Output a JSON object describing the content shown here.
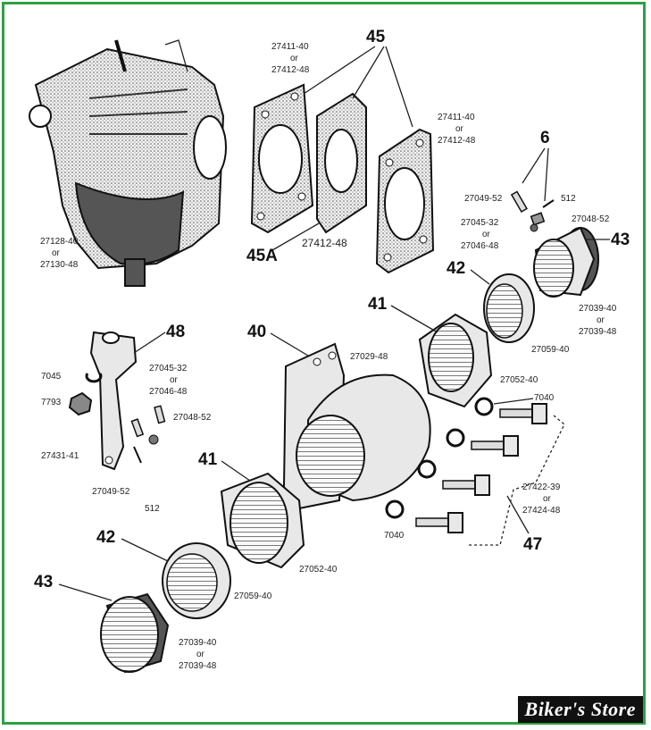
{
  "callouts": {
    "r45": "45",
    "r45a": "45A",
    "r6": "6",
    "r43_top": "43",
    "r42_top": "42",
    "r41_top": "41",
    "r40": "40",
    "r48": "48",
    "r41_bot": "41",
    "r42_bot": "42",
    "r43_bot": "43",
    "r47": "47"
  },
  "part_numbers": {
    "carb_1": "27128-40",
    "carb_or": "or",
    "carb_2": "27130-48",
    "gasket_l_1": "27411-40",
    "gasket_l_or": "or",
    "gasket_l_2": "27412-48",
    "gasket_r_1": "27411-40",
    "gasket_r_or": "or",
    "gasket_r_2": "27412-48",
    "spacer": "27412-48",
    "bolt_6": "27049-52",
    "pin_6": "512",
    "screw_6_1": "27045-32",
    "screw_6_or": "or",
    "screw_6_2": "27046-48",
    "washer_6": "27048-52",
    "n43_top_1": "27039-40",
    "n43_top_or": "or",
    "n43_top_2": "27039-48",
    "n42_top": "27059-40",
    "n41_top": "27052-40",
    "manifold": "27029-48",
    "n7040_top": "7040",
    "n47_1": "27422-39",
    "n47_or": "or",
    "n47_2": "27424-48",
    "n7040_bot": "7040",
    "b7045": "7045",
    "b7793": "7793",
    "b_screw_1": "27045-32",
    "b_screw_or": "or",
    "b_screw_2": "27046-48",
    "b_washer": "27048-52",
    "bracket": "27431-41",
    "b_bolt": "27049-52",
    "b_pin": "512",
    "n41_bot": "27052-40",
    "n42_bot": "27059-40",
    "n43_bot_1": "27039-40",
    "n43_bot_or": "or",
    "n43_bot_2": "27039-48"
  },
  "watermark": "Biker's Store",
  "colors": {
    "frame": "#2ea043",
    "ink": "#111111",
    "paper": "#ffffff"
  },
  "icons": [
    "carburetor-icon",
    "gasket-icon",
    "manifold-icon",
    "nut-icon",
    "ring-icon",
    "bolt-icon"
  ]
}
